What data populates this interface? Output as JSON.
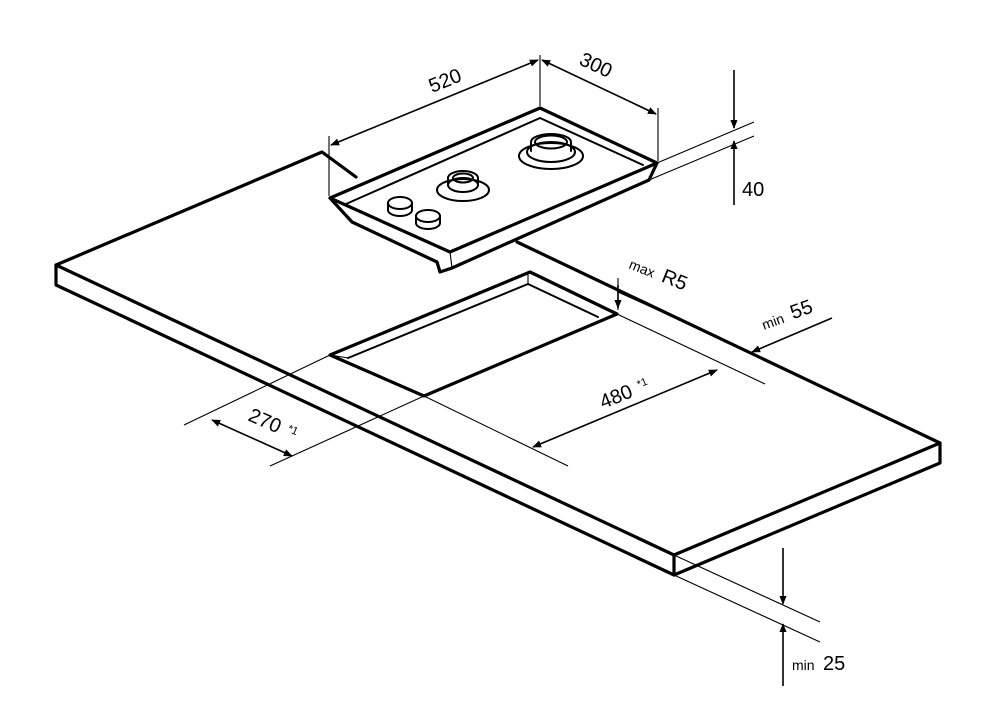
{
  "dimensions": {
    "hob_width": "520",
    "hob_depth": "300",
    "hob_height": "40",
    "max_radius_prefix": "max",
    "max_radius_value": "R5",
    "min_side_prefix": "min",
    "min_side_value": "55",
    "cutout_depth_value": "270",
    "cutout_depth_note": "*1",
    "cutout_width_value": "480",
    "cutout_width_note": "*1",
    "min_thickness_prefix": "min",
    "min_thickness_value": "25"
  }
}
